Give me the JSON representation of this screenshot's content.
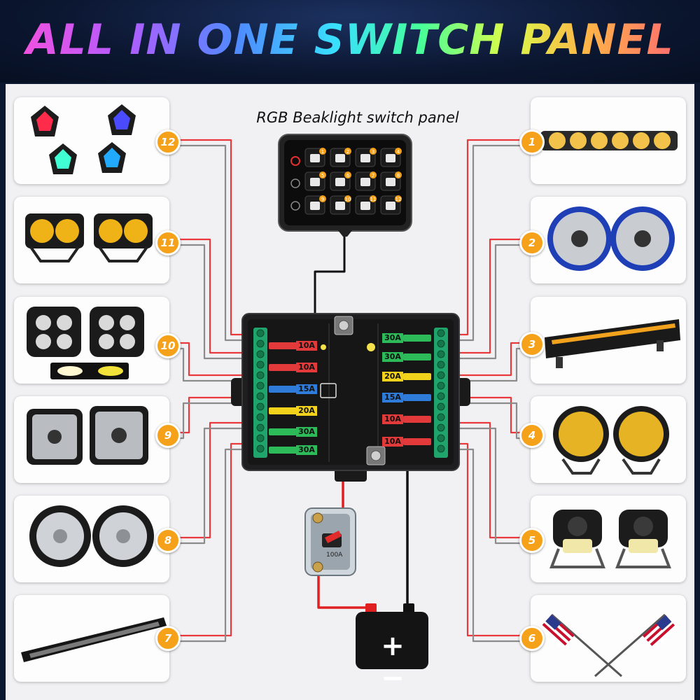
{
  "title": "ALL IN ONE SWITCH PANEL",
  "panel_caption": "RGB Beaklight switch panel",
  "switch_numbers": [
    "1",
    "2",
    "3",
    "4",
    "5",
    "6",
    "7",
    "8",
    "9",
    "10",
    "11",
    "12"
  ],
  "left_column": [
    {
      "badge": "12",
      "product_icon": "rgb-rock-lights-icon"
    },
    {
      "badge": "11",
      "product_icon": "amber-cube-pod-lights-icon"
    },
    {
      "badge": "10",
      "product_icon": "quad-led-pod-lights-icon"
    },
    {
      "badge": "9",
      "product_icon": "square-led-pod-lights-icon"
    },
    {
      "badge": "8",
      "product_icon": "round-led-driving-lights-icon"
    },
    {
      "badge": "7",
      "product_icon": "slim-led-light-bar-icon"
    }
  ],
  "right_column": [
    {
      "badge": "1",
      "product_icon": "round-spot-light-bar-icon"
    },
    {
      "badge": "2",
      "product_icon": "blue-halo-round-lights-icon"
    },
    {
      "badge": "3",
      "product_icon": "amber-drl-light-bar-icon"
    },
    {
      "badge": "4",
      "product_icon": "amber-round-pod-lights-icon"
    },
    {
      "badge": "5",
      "product_icon": "fog-lights-icon"
    },
    {
      "badge": "6",
      "product_icon": "led-whip-flags-icon"
    }
  ],
  "fuses_left": [
    "10A",
    "10A",
    "15A",
    "20A",
    "30A",
    "30A"
  ],
  "fuses_right": [
    "30A",
    "30A",
    "20A",
    "15A",
    "10A",
    "10A"
  ],
  "breaker_rating": "100A",
  "battery_terminals": "+ −",
  "colors": {
    "badge": "#f5a21a",
    "wire_red": "#e9393c",
    "wire_black": "#111111",
    "wire_gray": "#8c8c8c",
    "terminal_green": "#1fa56b",
    "fuse_red": "#e23a3a",
    "fuse_blue": "#2f7bd9",
    "fuse_yellow": "#f2d21b",
    "fuse_green": "#2dbb5a"
  }
}
